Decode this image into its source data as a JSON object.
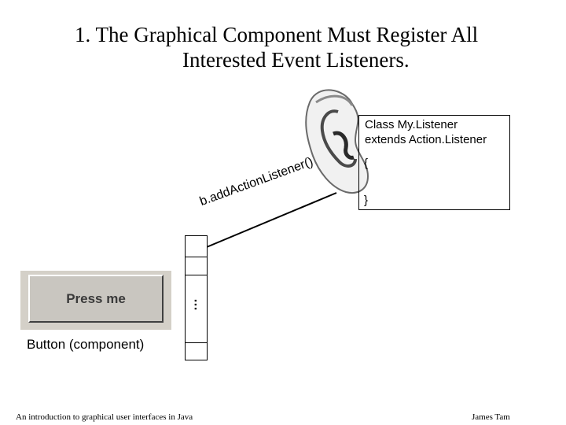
{
  "title": {
    "line1": "1. The Graphical Component Must Register All",
    "line2": "Interested Event Listeners."
  },
  "listener_class": {
    "line1": "Class My.Listener",
    "line2": "extends Action.Listener",
    "open_brace": "{",
    "close_brace": "}"
  },
  "method_call": "b.addActionListener()",
  "button": {
    "text": "Press me",
    "label": "Button (component)"
  },
  "list_ellipsis": "…",
  "footer": {
    "left": "An introduction to graphical user interfaces in Java",
    "right": "James Tam"
  },
  "icons": {
    "ear": "ear-icon",
    "arrow": "arrow-pointer"
  }
}
